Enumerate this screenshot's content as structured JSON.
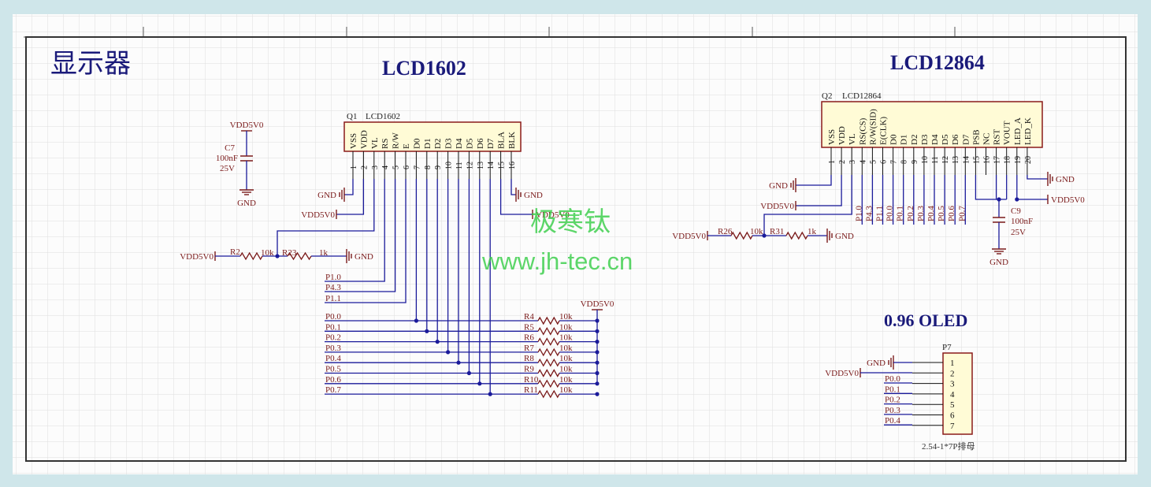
{
  "title": "显示器",
  "watermark": {
    "name": "极寒钛",
    "url": "www.jh-tec.cn"
  },
  "colors": {
    "wire": "#1a1a9a",
    "label": "#7a1a1a",
    "body": "#fffbd6",
    "bodyStroke": "#8a1a1a",
    "heading": "#1a1a7a",
    "watermark": "#33cc44"
  },
  "lcd1602": {
    "heading": "LCD1602",
    "designator": "Q1",
    "part": "LCD1602",
    "pins": [
      "VSS",
      "VDD",
      "VL",
      "RS",
      "R/W",
      "E",
      "D0",
      "D1",
      "D2",
      "D3",
      "D4",
      "D5",
      "D6",
      "D7",
      "BLA",
      "BLK"
    ],
    "pin_numbers": [
      "1",
      "2",
      "3",
      "4",
      "5",
      "6",
      "7",
      "8",
      "9",
      "10",
      "11",
      "12",
      "13",
      "14",
      "15",
      "16"
    ],
    "cap": {
      "supply": "VDD5V0",
      "name": "C7",
      "value": "100nF",
      "voltage": "25V",
      "ground": "GND"
    },
    "gnd": "GND",
    "vdd": "VDD5V0",
    "gnd2": "GND",
    "bla_supply": "VDD5V0",
    "blk_gnd": "GND",
    "pot": {
      "supply": "VDD5V0",
      "r1": "R2",
      "r1v": "10k",
      "r2": "R23",
      "r2v": "1k",
      "gnd": "GND"
    },
    "ctrl_nets": [
      "P1.0",
      "P4.3",
      "P1.1"
    ],
    "data_nets": [
      "P0.0",
      "P0.1",
      "P0.2",
      "P0.3",
      "P0.4",
      "P0.5",
      "P0.6",
      "P0.7"
    ],
    "pullup_supply": "VDD5V0",
    "pullups": [
      {
        "name": "R4",
        "value": "10k"
      },
      {
        "name": "R5",
        "value": "10k"
      },
      {
        "name": "R6",
        "value": "10k"
      },
      {
        "name": "R7",
        "value": "10k"
      },
      {
        "name": "R8",
        "value": "10k"
      },
      {
        "name": "R9",
        "value": "10k"
      },
      {
        "name": "R10",
        "value": "10k"
      },
      {
        "name": "R11",
        "value": "10k"
      }
    ]
  },
  "lcd12864": {
    "heading": "LCD12864",
    "designator": "Q2",
    "part": "LCD12864",
    "pins": [
      "VSS",
      "VDD",
      "VL",
      "RS(CS)",
      "R/W(SID)",
      "E(CLK)",
      "D0",
      "D1",
      "D2",
      "D3",
      "D4",
      "D5",
      "D6",
      "D7",
      "PSB",
      "NC",
      "RST",
      "VOUT",
      "LED_A",
      "LED_K"
    ],
    "pin_numbers": [
      "1",
      "2",
      "3",
      "4",
      "5",
      "6",
      "7",
      "8",
      "9",
      "10",
      "11",
      "12",
      "13",
      "14",
      "15",
      "16",
      "17",
      "18",
      "19",
      "20"
    ],
    "gnd": "GND",
    "vdd": "VDD5V0",
    "nets": [
      "P1.0",
      "P4.3",
      "P1.1",
      "P0.0",
      "P0.1",
      "P0.2",
      "P0.3",
      "P0.4",
      "P0.5",
      "P0.6",
      "P0.7"
    ],
    "ledk_gnd": "GND",
    "leda_supply": "VDD5V0",
    "cap": {
      "name": "C9",
      "value": "100nF",
      "voltage": "25V",
      "ground": "GND"
    },
    "pot": {
      "supply": "VDD5V0",
      "r1": "R26",
      "r1v": "10k",
      "r2": "R31",
      "r2v": "1k",
      "gnd": "GND"
    }
  },
  "oled": {
    "heading": "0.96 OLED",
    "designator": "P7",
    "pin_numbers": [
      "1",
      "2",
      "3",
      "4",
      "5",
      "6",
      "7"
    ],
    "gnd": "GND",
    "vdd": "VDD5V0",
    "nets": [
      "P0.0",
      "P0.1",
      "P0.2",
      "P0.3",
      "P0.4"
    ],
    "footprint": "2.54-1*7P排母"
  }
}
